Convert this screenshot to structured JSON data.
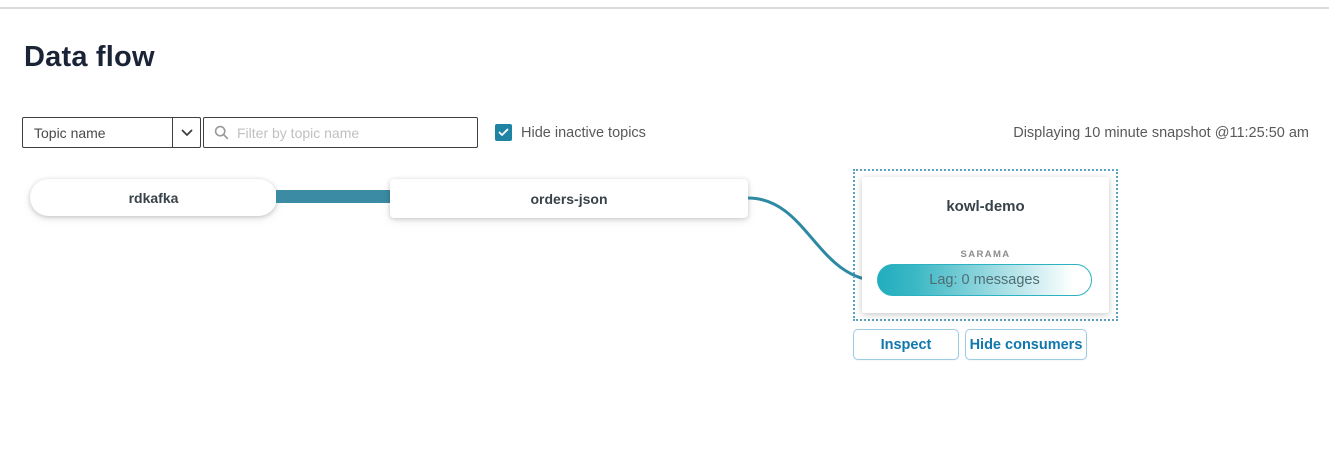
{
  "page": {
    "title": "Data flow"
  },
  "toolbar": {
    "topic_filter_select": {
      "value": "Topic name"
    },
    "search": {
      "placeholder": "Filter by topic name",
      "value": ""
    },
    "hide_inactive": {
      "label": "Hide inactive topics",
      "checked": true
    },
    "snapshot_text": "Displaying 10 minute snapshot @11:25:50 am"
  },
  "flow": {
    "nodes": {
      "producer": {
        "label": "rdkafka"
      },
      "topic": {
        "label": "orders-json"
      },
      "consumer_group": {
        "name": "kowl-demo",
        "client_label": "SARAMA",
        "lag_label": "Lag: 0 messages"
      }
    },
    "actions": {
      "inspect": "Inspect",
      "hide_consumers": "Hide consumers"
    }
  },
  "colors": {
    "title_color": "#1b2436",
    "edge_teal": "#3a8ba3",
    "curve_teal": "#2e8aa3",
    "pill_teal": "#21adbd",
    "pill_border": "#2cb2c0",
    "checkbox_teal": "#1f84a3",
    "button_blue": "#1177ad",
    "button_border": "#9ccbe4",
    "group_dotted_border": "#5ba3bf"
  }
}
